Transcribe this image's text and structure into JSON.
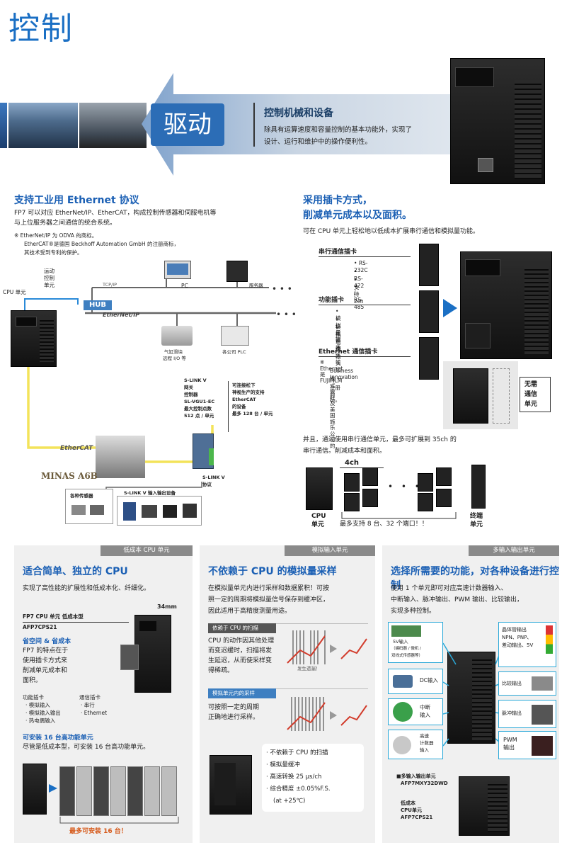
{
  "page_title": "控制",
  "banner": {
    "label": "驱动",
    "heading": "控制机械和设备",
    "desc1": "除具有运算速度和容量控制的基本功能外，实现了",
    "desc2": "设计、运行和维护中的操作便利性。"
  },
  "ethernet": {
    "heading": "支持工业用 Ethernet 协议",
    "line1": "FP7 可以对应 EtherNet/IP、EtherCAT，构成控制传感器和伺服电机等",
    "line2": "与上位服务器之间通信的统合系统。",
    "note1": "※ EtherNet/IP 为 ODVA 的商标。",
    "note2": "EtherCAT®是德国 Beckhoff Automation GmbH 的注册商标，",
    "note3": "其技术受到专利的保护。"
  },
  "diagram": {
    "cpu_label": "CPU 单元",
    "motion_label1": "运动",
    "motion_label2": "控制",
    "motion_label3": "单元",
    "tcpip": "TCP/IP",
    "pc": "PC",
    "server": "服务器",
    "hub": "HUB",
    "ethernetip": "EtherNet/IP",
    "valve1": "气缸滑块",
    "valve2": "远程 I/O 等",
    "plc": "各公司 PLC",
    "slink1": "S-LINK V",
    "slink2": "网关",
    "slink3": "控制器",
    "slink4": "SL-VGU1-EC",
    "slink5": "最大控制点数",
    "slink6": "512 点 / 单元",
    "connect1": "可连接松下",
    "connect2": "神视生产的支持",
    "connect3": "EtherCAT",
    "connect4": "的设备",
    "connect5": "最多 128 台 / 单元",
    "ethercat": "EtherCAT",
    "minas": "MINAS A6B",
    "slink_proto1": "S-LINK V",
    "slink_proto2": "协议",
    "slink_io": "S-LINK V 输入输出设备",
    "sensors": "各种传感器"
  },
  "plugin": {
    "heading1": "采用插卡方式，",
    "heading2": "削减单元成本以及面积。",
    "desc": "可在 CPU 单元上轻松地以低成本扩展串行通信和模拟量功能。",
    "serial_title": "串行通信插卡",
    "serial_items": [
      "RS-232C",
      "RS-422 / RS-485",
      "支持 2ch"
    ],
    "func_title": "功能插卡",
    "func_items": [
      "模拟量输入",
      "模拟量输入输出",
      "热电偶输入"
    ],
    "eth_title": "Ethernet 通信插卡",
    "eth_note1": "※ Ethernet 是 FUJIFILM",
    "eth_note2": "Business Innovation",
    "eth_note3": "株式会社及美国施乐公司的",
    "eth_note4": "注册商标。",
    "no_comm1": "无需",
    "no_comm2": "通信",
    "no_comm3": "单元",
    "expand1": "并且，通过使用串行通信单元，最多可扩展到 35ch 的",
    "expand2": "串行通信。削减成本和面积。",
    "ch4": "4ch",
    "cpu1": "CPU",
    "cpu2": "单元",
    "max": "最多支持 8 台、32 个端口！！",
    "term1": "终端",
    "term2": "单元"
  },
  "card1": {
    "tag": "低成本 CPU 单元",
    "heading": "适合简单、独立的 CPU",
    "desc": "实现了高性能的扩展性和低成本化、纤细化。",
    "model_title": "FP7 CPU 单元 低成本型",
    "model": "AFP7CPS21",
    "width": "34mm",
    "save_title": "省空间 & 省成本",
    "save1": "FP7 的特点在于",
    "save2": "使用插卡方式来",
    "save3": "削减单元成本和",
    "save4": "面积。",
    "func_title": "功能插卡",
    "func_items": [
      "模拟输入",
      "模拟输入输出",
      "热电偶输入"
    ],
    "comm_title": "通信插卡",
    "comm_items": [
      "串行",
      "Ethernet"
    ],
    "install_title": "可安装 16 台高功能单元",
    "install_desc": "尽管是低成本型，可安装 16 台高功能单元。",
    "install_banner": "最多可安装 16 台！"
  },
  "card2": {
    "tag": "模拟输入单元",
    "heading": "不依赖于 CPU 的模拟量采样",
    "desc1": "在模拟量单元内进行采样和数据累积！可按",
    "desc2": "照一定的周期将模拟量信号保存到缓冲区，",
    "desc3": "因此适用于高精度测量用途。",
    "box1_title": "依赖于 CPU 的扫描",
    "box1_l1": "CPU 的动作因其他处理",
    "box1_l2": "而变迟缓时，扫描将发",
    "box1_l3": "生延迟，从而使采样变",
    "box1_l4": "得稀疏。",
    "box1_delay": "发生遗漏！",
    "box2_title": "模拟单元内的采样",
    "box2_l1": "可按照一定的周期",
    "box2_l2": "正确地进行采样。",
    "feat": [
      "不依赖于 CPU 的扫描",
      "模拟量缓冲",
      "高速转换 25 μs/ch",
      "综合精度 ±0.05%F.S.",
      "(at +25℃)"
    ]
  },
  "card3": {
    "tag": "多输入输出单元",
    "heading": "选择所需要的功能，对各种设备进行控制",
    "desc1": "使用 1 个单元即可对应高速计数器输入、",
    "desc2": "中断输入、脉冲输出、PWM 输出、比较输出，",
    "desc3": "实现多种控制。",
    "in5v1": "5V输入",
    "in5v2": "（编码器 / 微机 /",
    "in5v3": "双线式传感器等）",
    "dc": "DC输入",
    "interrupt1": "中断",
    "interrupt2": "输入",
    "hscount1": "高速",
    "hscount2": "计数器",
    "hscount3": "输入",
    "transistor1": "晶体管输出",
    "transistor2": "NPN、PNP、",
    "transistor3": "差动输出、5V",
    "compare": "比较输出",
    "pulse": "脉冲输出",
    "pwm1": "PWM",
    "pwm2": "输出",
    "model1": "■多输入输出单元",
    "model2": "AFP7MXY32DWD",
    "model3": "低成本",
    "model4": "CPU单元",
    "model5": "AFP7CPS21"
  }
}
